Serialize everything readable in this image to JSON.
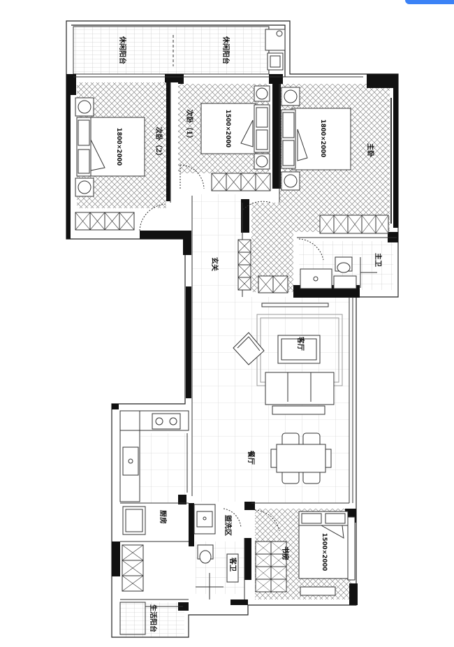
{
  "rooms": {
    "balcony_left": "休闲阳台",
    "balcony_right": "休闲阳台",
    "bedroom2": "次卧（2）",
    "bedroom1": "次卧（1）",
    "master_bedroom": "主卧",
    "master_bath": "主卫",
    "hallway": "玄关",
    "living_room": "客厅",
    "dining_room": "餐厅",
    "kitchen": "厨房",
    "laundry_area": "盥洗区",
    "guest_bath": "客卫",
    "study": "书房",
    "utility_balcony": "生活阳台"
  },
  "beds": {
    "bedroom2_bed": "1800×2000",
    "bedroom1_bed": "1500×2000",
    "master_bed": "1800×2000",
    "study_bed": "1500×2000"
  },
  "colors": {
    "wall": "#111111",
    "line": "#333333",
    "parquet": "#9a9a9a",
    "background": "#ffffff",
    "accent_badge": "#3b82f6"
  }
}
